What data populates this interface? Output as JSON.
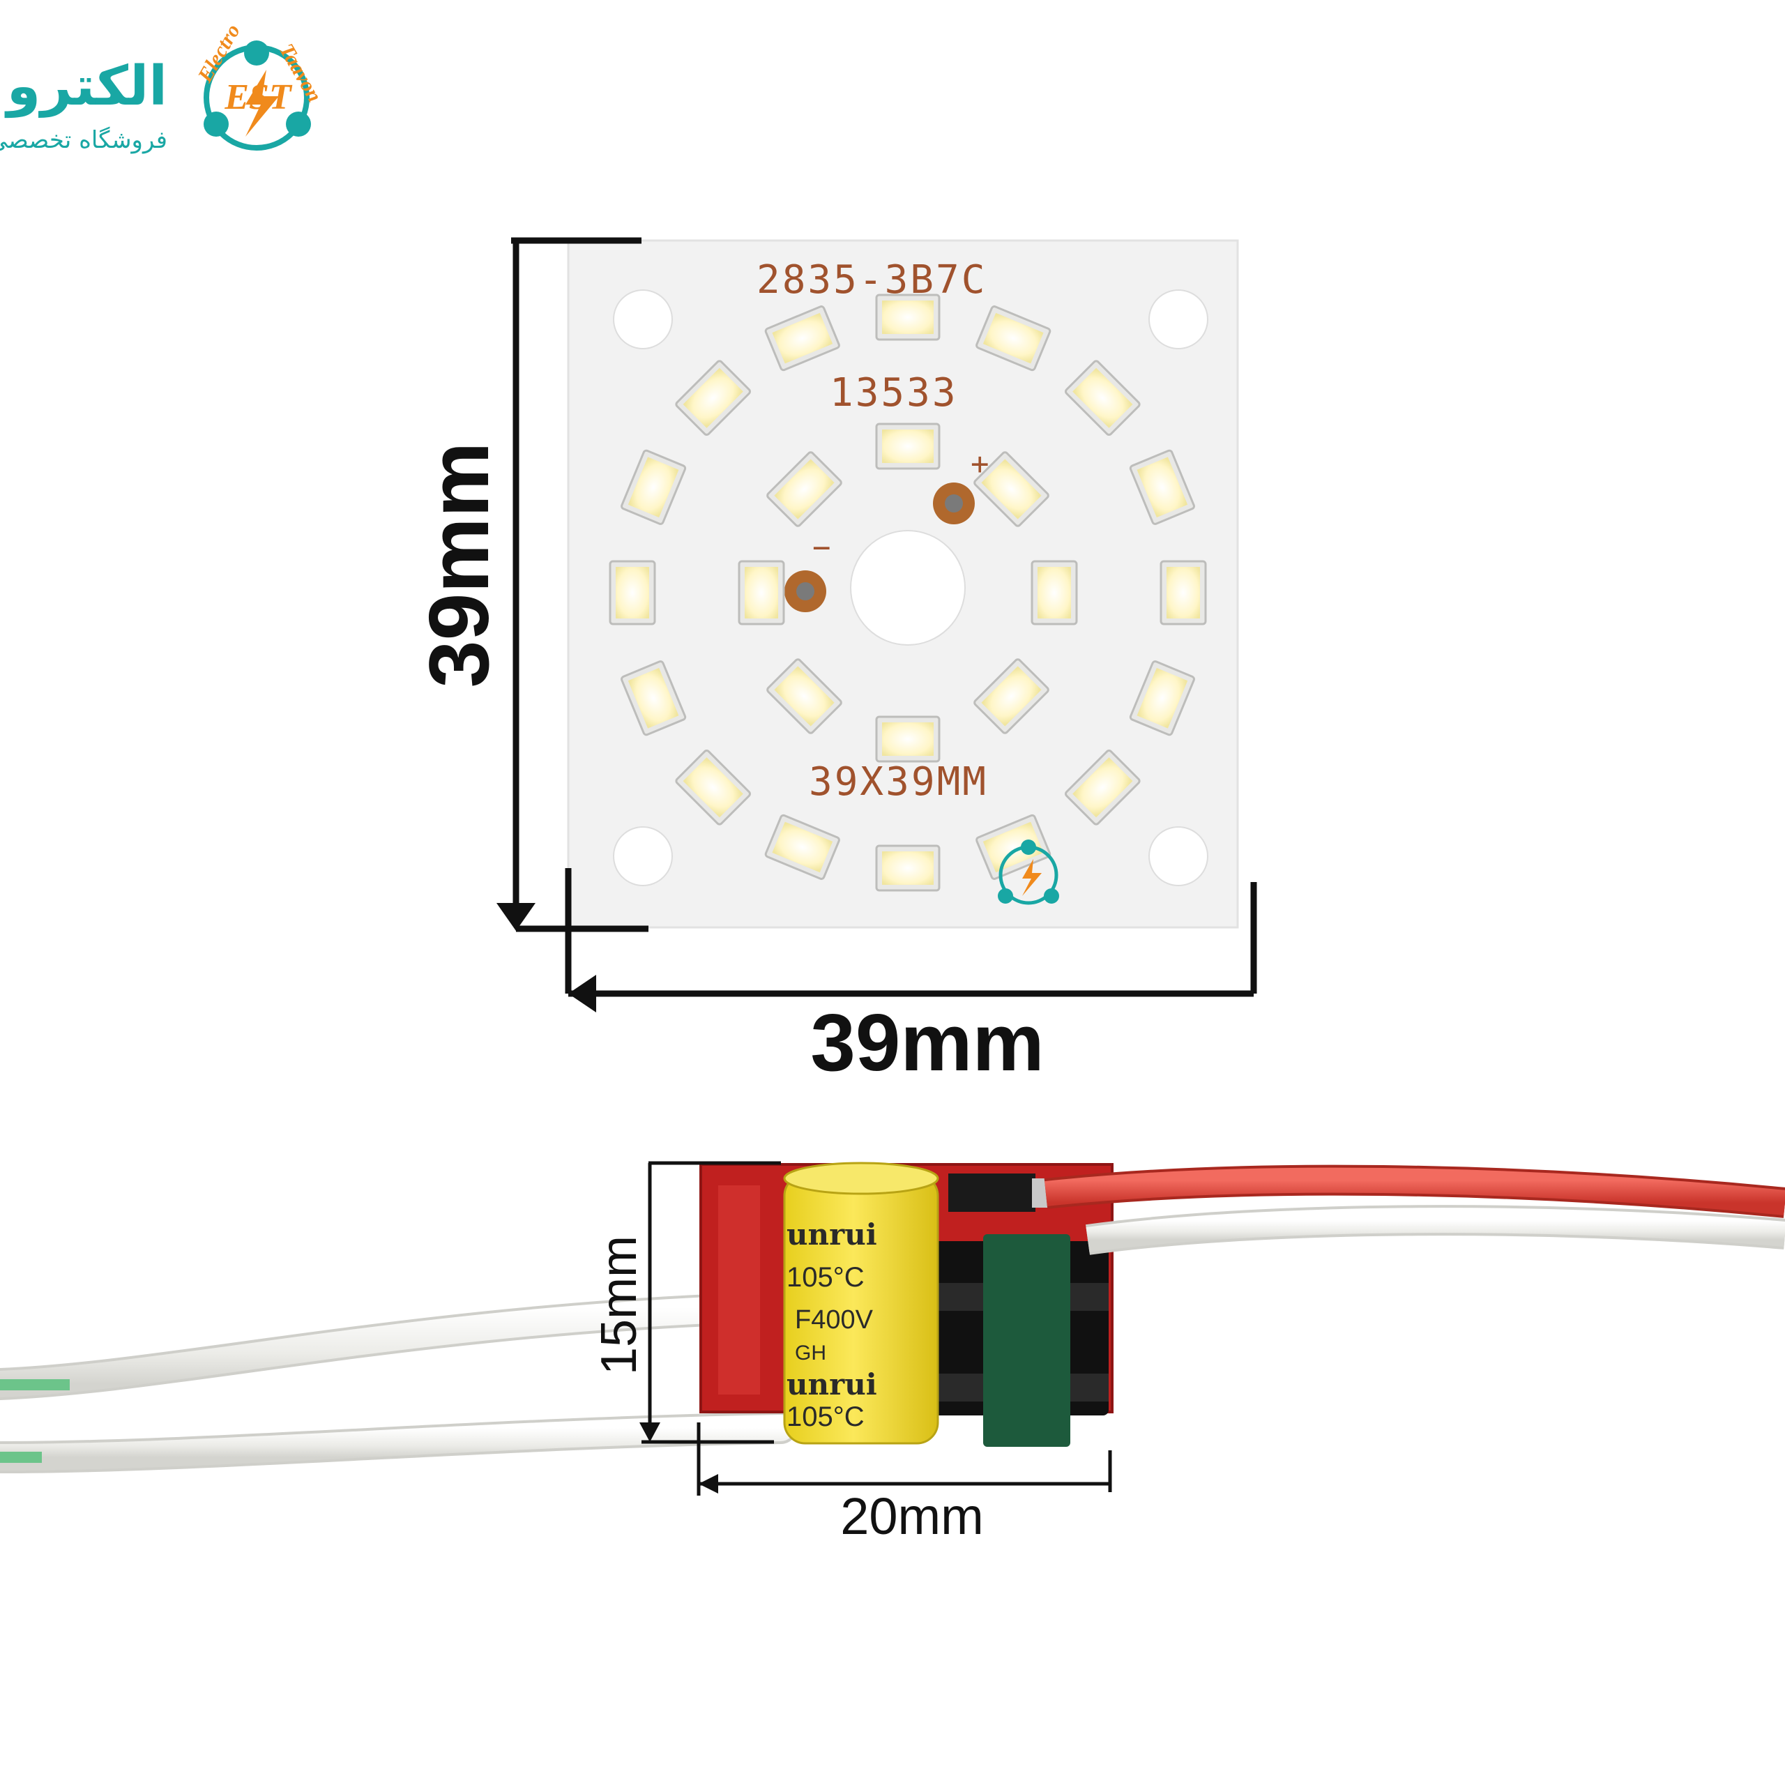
{
  "logo": {
    "persian_title": "الکترو تعاون",
    "persian_subtitle": "فروشگاه تخصصی الکترونیک",
    "latin_left": "Electro",
    "latin_right": "Taavon",
    "monogram": "EST",
    "colors": {
      "teal": "#19a7a4",
      "orange": "#f08a1c"
    }
  },
  "led_board": {
    "part_code": "2835-3B7C",
    "batch_number": "13533",
    "size_text": "39X39MM",
    "plus_mark": "+",
    "minus_mark": "−",
    "led_count": 24,
    "colors": {
      "board": "#f2f2f2",
      "led": "#fff6c8",
      "silk": "#a0522d"
    }
  },
  "dimensions": {
    "board_height": "39mm",
    "board_width": "39mm",
    "driver_height": "15mm",
    "driver_width": "20mm"
  },
  "driver": {
    "cap_brand_top": "unrui",
    "cap_temp_top": "105°C",
    "cap_rating": "F400V",
    "cap_code": "GH",
    "cap_brand_bottom": "unrui",
    "cap_temp_bottom": "105°C",
    "colors": {
      "pcb": "#c0201f",
      "capacitor": "#f3df2e",
      "transformer": "#1d5a3c",
      "wire_red": "#e0453a",
      "wire_white": "#f4f4f2"
    }
  }
}
